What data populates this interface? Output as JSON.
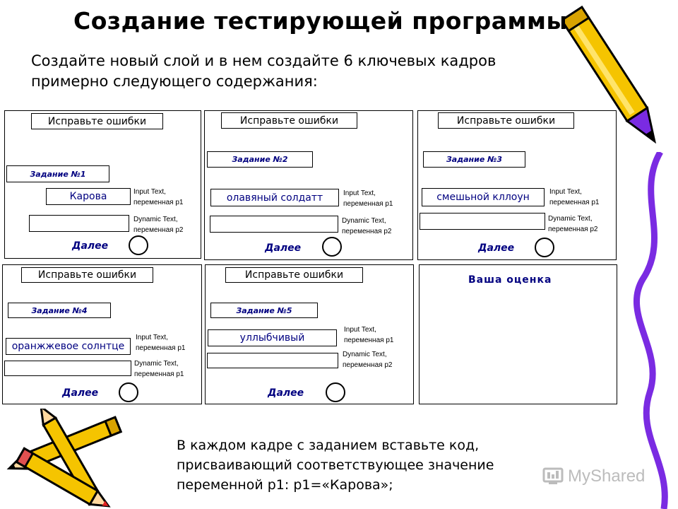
{
  "slide": {
    "title": "Создание тестирующей программы",
    "subtitle": "Создайте новый слой и в нем создайте 6 ключевых кадров примерно следующего содержания:",
    "bottom_text": "В каждом кадре с заданием вставьте код, присваивающий соответствующее значение переменной р1: р1=«Карова»;"
  },
  "frames": [
    {
      "header": "Исправьте ошибки",
      "task": "Задание №1",
      "input_text": "Карова",
      "input_note_1": "Input Text,",
      "input_note_2": "переменная р1",
      "dynamic_note_1": "Dynamic Text,",
      "dynamic_note_2": "переменная р2",
      "next_label": "Далее"
    },
    {
      "header": "Исправьте ошибки",
      "task": "Задание №2",
      "input_text": "олавяный солдатт",
      "input_note_1": "Input Text,",
      "input_note_2": "переменная р1",
      "dynamic_note_1": "Dynamic Text,",
      "dynamic_note_2": "переменная р2",
      "next_label": "Далее"
    },
    {
      "header": "Исправьте ошибки",
      "task": "Задание №3",
      "input_text": "смешьной кллоун",
      "input_note_1": "Input Text,",
      "input_note_2": "переменная р1",
      "dynamic_note_1": "Dynamic Text,",
      "dynamic_note_2": "переменная р2",
      "next_label": "Далее"
    },
    {
      "header": "Исправьте ошибки",
      "task": "Задание №4",
      "input_text": "оранжжевое солнтце",
      "input_note_1": "Input Text,",
      "input_note_2": "переменная р1",
      "dynamic_note_1": "Dynamic Text,",
      "dynamic_note_2": "переменная р1",
      "next_label": "Далее"
    },
    {
      "header": "Исправьте ошибки",
      "task": "Задание №5",
      "input_text": "уллыбчивый",
      "input_note_1": "Input Text,",
      "input_note_2": "переменная р1",
      "dynamic_note_1": "Dynamic Text,",
      "dynamic_note_2": "переменная р2",
      "next_label": "Далее"
    }
  ],
  "score_frame": {
    "label": "Ваша оценка"
  },
  "watermark": {
    "text": "MyShared"
  },
  "icons": [
    "pencil-icon",
    "pencils-icon",
    "next-circle-button-icon",
    "myshared-logo-icon"
  ],
  "colors": {
    "accent_text": "#000080",
    "pencil_yellow": "#f5c400",
    "pencil_tip": "#7a2be2",
    "squiggle": "#7a2be2"
  }
}
